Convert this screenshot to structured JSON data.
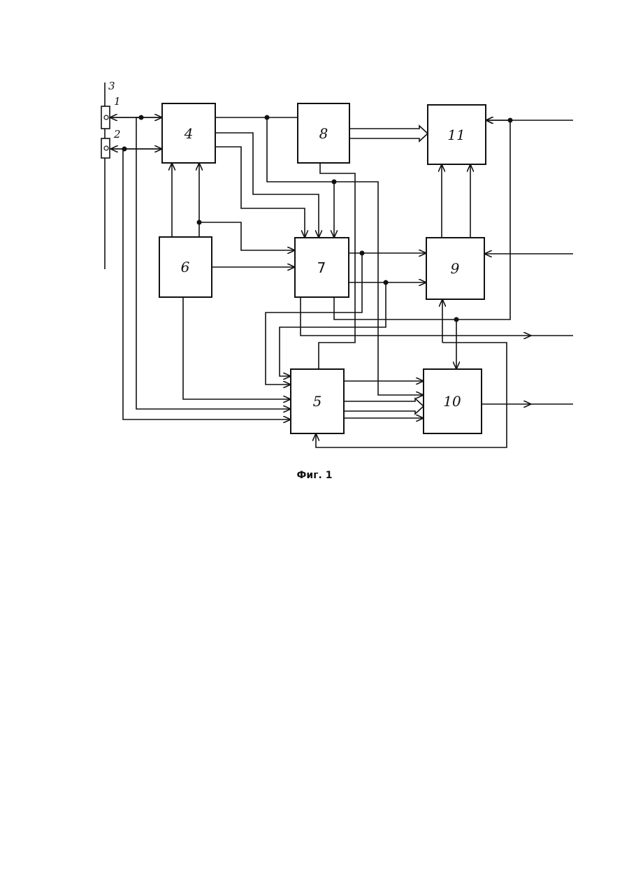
{
  "figure": {
    "caption": "Фиг. 1",
    "blocks": [
      {
        "id": "block-4",
        "label": "4"
      },
      {
        "id": "block-5",
        "label": "5"
      },
      {
        "id": "block-6",
        "label": "6"
      },
      {
        "id": "block-7",
        "label": "7"
      },
      {
        "id": "block-8",
        "label": "8"
      },
      {
        "id": "block-9",
        "label": "9"
      },
      {
        "id": "block-10",
        "label": "10"
      },
      {
        "id": "block-11",
        "label": "11"
      }
    ],
    "sensor_labels": {
      "sensor1": "1",
      "sensor2": "2",
      "line3": "3"
    }
  }
}
